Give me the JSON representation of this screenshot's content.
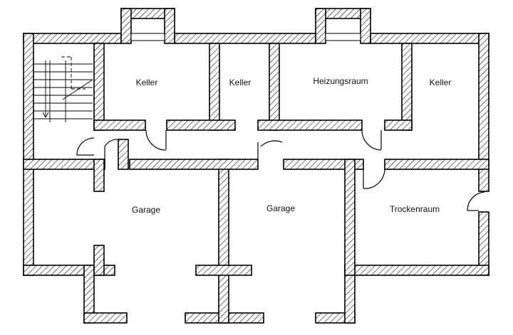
{
  "rooms": {
    "keller_1": "Keller",
    "keller_2": "Keller",
    "heizungsraum": "Heizungsraum",
    "keller_3": "Keller",
    "garage_1": "Garage",
    "garage_2": "Garage",
    "trockenraum": "Trockenraum"
  }
}
